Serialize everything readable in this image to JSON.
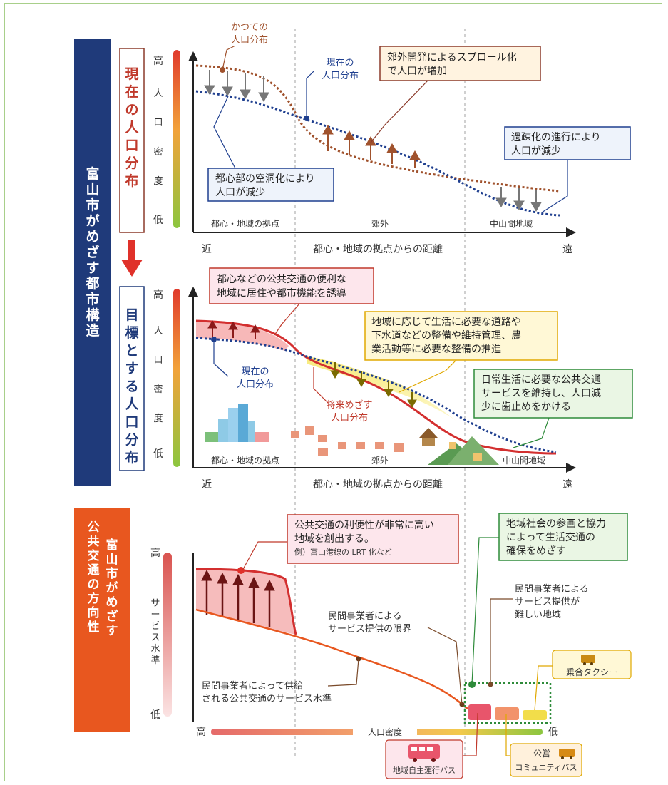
{
  "title": "富山市がめざす都市構造",
  "panel1": {
    "title": "現在の人口分布",
    "y_high": "高",
    "y_label": [
      "人",
      "口",
      "密",
      "度"
    ],
    "y_low": "低",
    "zones": [
      "都心・地域の拠点",
      "郊外",
      "中山間地域"
    ],
    "x_near": "近",
    "x_label": "都心・地域の拠点からの距離",
    "x_far": "遠",
    "past_label_1": "かつての",
    "past_label_2": "人口分布",
    "current_label_1": "現在の",
    "current_label_2": "人口分布",
    "box_sprawl_1": "郊外開発によるスプロール化",
    "box_sprawl_2": "で人口が増加",
    "box_core_1": "都心部の空洞化により",
    "box_core_2": "人口が減少",
    "box_rural_1": "過疎化の進行により",
    "box_rural_2": "人口が減少"
  },
  "panel2": {
    "title": "目標とする人口分布",
    "y_high": "高",
    "y_label": [
      "人",
      "口",
      "密",
      "度"
    ],
    "y_low": "低",
    "zones": [
      "都心・地域の拠点",
      "郊外",
      "中山間地域"
    ],
    "x_near": "近",
    "x_label": "都心・地域の拠点からの距離",
    "x_far": "遠",
    "box_induce_1": "都心などの公共交通の便利な",
    "box_induce_2": "地域に居住や都市機能を誘導",
    "box_infra_1": "地域に応じて生活に必要な道路や",
    "box_infra_2": "下水道などの整備や維持管理、農",
    "box_infra_3": "業活動等に必要な整備の推進",
    "box_transit_1": "日常生活に必要な公共交通",
    "box_transit_2": "サービスを維持し、人口減",
    "box_transit_3": "少に歯止めをかける",
    "current_label_1": "現在の",
    "current_label_2": "人口分布",
    "future_label_1": "将来めざす",
    "future_label_2": "人口分布"
  },
  "panel3": {
    "title_1": "富山市がめざす",
    "title_2": "公共交通の方向性",
    "y_high": "高",
    "y_label": [
      "サ",
      "ー",
      "ビ",
      "ス",
      "水",
      "準"
    ],
    "y_low": "低",
    "x_high": "高",
    "x_label": "人口密度",
    "x_low": "低",
    "box_lrt_1": "公共交通の利便性が非常に高い",
    "box_lrt_2": "地域を創出する。",
    "box_lrt_3": "例）富山港線の LRT 化など",
    "box_community_1": "地域社会の参画と協力",
    "box_community_2": "によって生活交通の",
    "box_community_3": "確保をめざす",
    "label_hard_1": "民間事業者による",
    "label_hard_2": "サービス提供が",
    "label_hard_3": "難しい地域",
    "label_limit_1": "民間事業者による",
    "label_limit_2": "サービス提供の限界",
    "label_supply_1": "民間事業者によって供給",
    "label_supply_2": "される公共交通のサービス水準",
    "badge_taxi": "乗合タクシー",
    "badge_local_bus": "地域自主運行バス",
    "badge_community_bus_1": "公営",
    "badge_community_bus_2": "コミュニティバス"
  },
  "colors": {
    "navy": "#1f3a7a",
    "orange": "#e8571f",
    "brown_dotted": "#a0522d",
    "blue_dotted": "#1f3f8f",
    "red_line": "#d32f2f",
    "green_dotted": "#2e8b3a",
    "box_pink": "#fde6ec",
    "box_yellow": "#fff8d6",
    "box_green": "#eaf6e4",
    "box_blue": "#eef3fb"
  }
}
